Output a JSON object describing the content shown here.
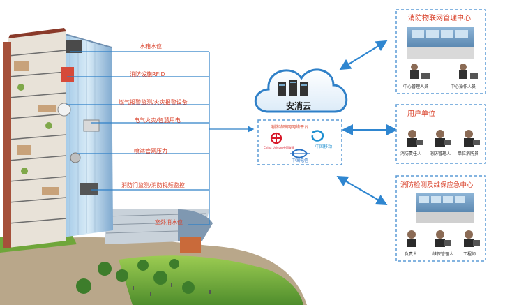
{
  "building": {
    "labels": [
      "水箱水位",
      "消防设施RFID",
      "燃气报警监测/火灾报警设备",
      "电气火灾/智慧用电",
      "喷淋管网压力",
      "消防门监测/消防视频监控",
      "室外消水位"
    ]
  },
  "cloud": {
    "label": "安消云"
  },
  "platform": {
    "title": "消防物联网网络平台",
    "carriers": [
      {
        "name": "China Unicom中国联通",
        "color": "#d7192a",
        "icon": "unicom-knot-icon"
      },
      {
        "name": "中国移动",
        "color": "#1e8fd0",
        "icon": "china-mobile-icon"
      },
      {
        "name": "中国电信",
        "color": "#2a72c4",
        "icon": "china-telecom-icon"
      }
    ]
  },
  "centers": {
    "monitor": {
      "title": "消防物联网管理中心",
      "people": [
        "中心管理人员",
        "中心操作人员"
      ]
    },
    "user": {
      "title": "用户单位",
      "people": [
        "消防责任人",
        "消防管理人",
        "单位消防员"
      ]
    },
    "emergency": {
      "title": "消防检测及维保应急中心",
      "people": [
        "负责人",
        "维保管理人",
        "工程师"
      ]
    }
  },
  "colors": {
    "accent": "#2f80c8",
    "label_text": "#d9412a",
    "dashed_border": "#5b9bd5",
    "arrow": "#2f86d0"
  }
}
